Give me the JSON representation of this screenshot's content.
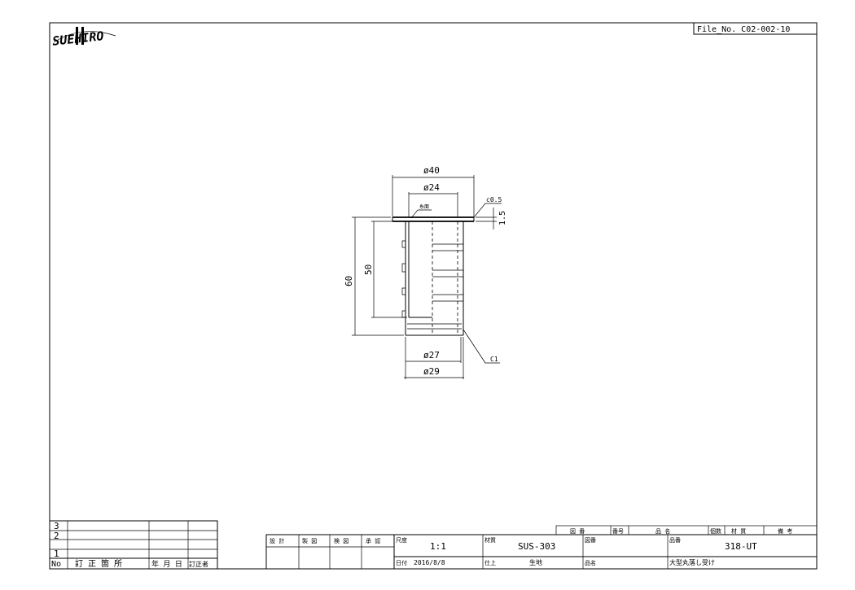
{
  "logo": {
    "text": "SUEHIRO"
  },
  "file_no": "File_No. C02-002-10",
  "drawing": {
    "dim_d40": "ø40",
    "dim_d24": "ø24",
    "dim_c05": "c0.5",
    "dim_15": "1.5",
    "dim_60": "60",
    "dim_50": "50",
    "dim_d27": "ø27",
    "dim_d29": "ø29",
    "dim_c1": "C1",
    "note_small": "糸面"
  },
  "revision_table": {
    "rows": [
      "3",
      "2",
      "1"
    ],
    "headers": {
      "no": "No",
      "location": "訂 正 箇 所",
      "date": "年 月 日",
      "corrector": "訂正者"
    }
  },
  "title_block": {
    "roles": [
      "設 計",
      "製 図",
      "検 図",
      "承 認"
    ],
    "scale_label": "尺度",
    "scale_value": "1:1",
    "date_label": "日付",
    "date_value": "2016/8/8",
    "material_label": "材質",
    "material_value": "SUS-303",
    "finish_label": "仕上",
    "finish_value": "生地",
    "drawing_no_label": "図番",
    "part_no_label": "品番",
    "part_no_value": "318-UT",
    "name_label": "品名",
    "name_value": "大型丸落し受け",
    "parts_headers": [
      "図 番",
      "番号",
      "品 名",
      "個数",
      "材 質",
      "備 考"
    ]
  }
}
